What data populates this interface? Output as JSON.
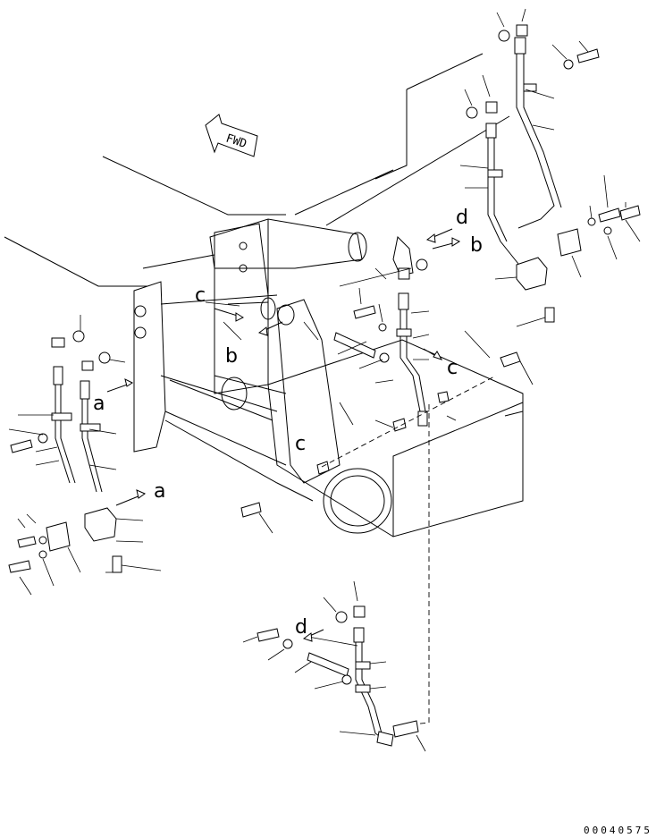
{
  "direction_marker": {
    "text": "FWD"
  },
  "connection_labels": {
    "a1": "a",
    "a2": "a",
    "b1": "b",
    "b2": "b",
    "c1": "c",
    "c2": "c",
    "c3": "c",
    "d1": "d",
    "d2": "d"
  },
  "document_number": "00040575"
}
